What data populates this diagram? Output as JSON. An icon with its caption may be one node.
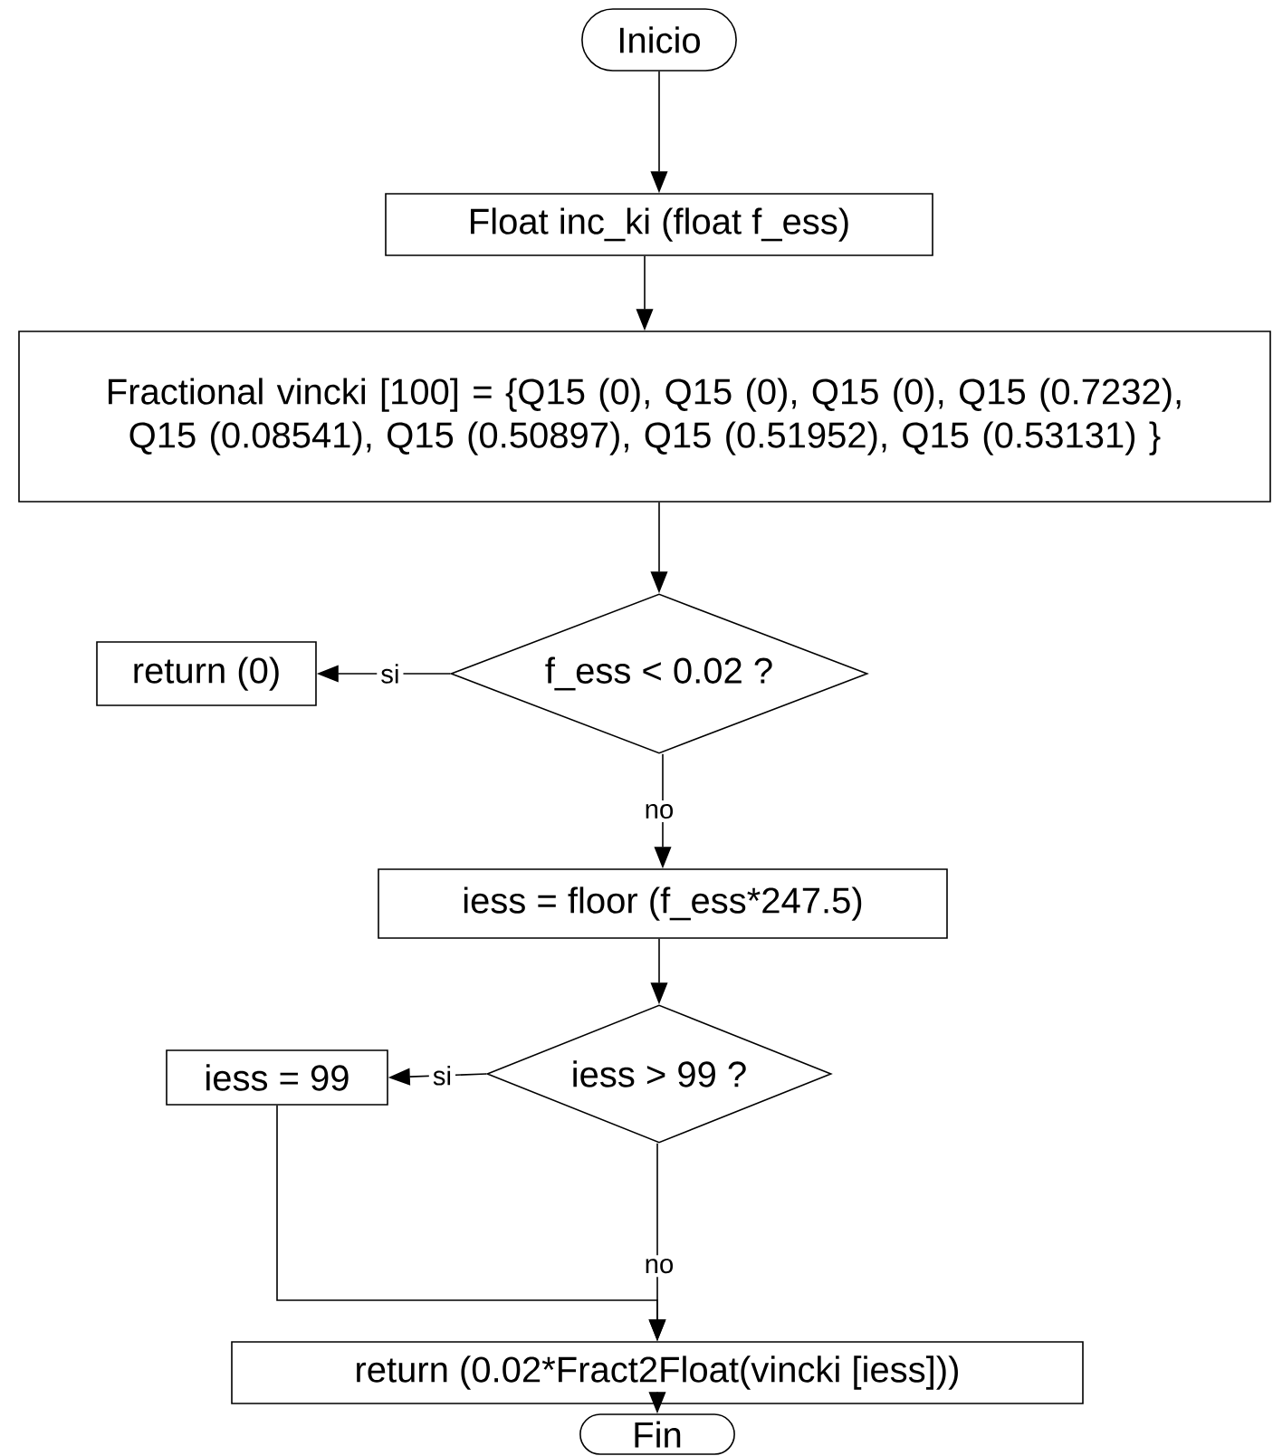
{
  "diagram": {
    "nodes": [
      {
        "text": [
          "Inicio"
        ]
      },
      {
        "text": [
          "Float inc_ki (float f_ess)"
        ]
      },
      {
        "text": [
          "Fractional vincki [100] = {Q15 (0), Q15 (0), Q15 (0), Q15 (0.7232), Q15 (0.08541), Q15 (0.50897), Q15 (0.51952), Q15 (0.53131) }"
        ]
      },
      {
        "text": [
          "f_ess < 0.02 ?"
        ]
      },
      {
        "text": [
          "return (0)"
        ]
      },
      {
        "text": [
          "iess = floor (f_ess*247.5)"
        ]
      },
      {
        "text": [
          "iess > 99 ?"
        ]
      },
      {
        "text": [
          "iess = 99"
        ]
      },
      {
        "text": [
          "return (0.02*Fract2Float(vincki [iess]))"
        ]
      },
      {
        "text": [
          "Fin"
        ]
      }
    ],
    "edges": [
      {
        "from": 0,
        "to": 1,
        "arrow": "to"
      },
      {
        "from": 1,
        "to": 2,
        "arrow": "to"
      },
      {
        "from": 2,
        "to": 3,
        "arrow": "to"
      },
      {
        "from": 3,
        "to": 4,
        "arrow": "to",
        "label": "si"
      },
      {
        "from": 3,
        "to": 5,
        "arrow": "to",
        "label": "no"
      },
      {
        "from": 5,
        "to": 6,
        "arrow": "to"
      },
      {
        "from": 6,
        "to": 7,
        "arrow": "to",
        "label": "si"
      },
      {
        "from": 6,
        "to": 8,
        "arrow": "to",
        "label": "no"
      },
      {
        "from": 7,
        "to": 8,
        "arrow": "to"
      },
      {
        "from": 8,
        "to": 9,
        "arrow": "to"
      }
    ]
  }
}
